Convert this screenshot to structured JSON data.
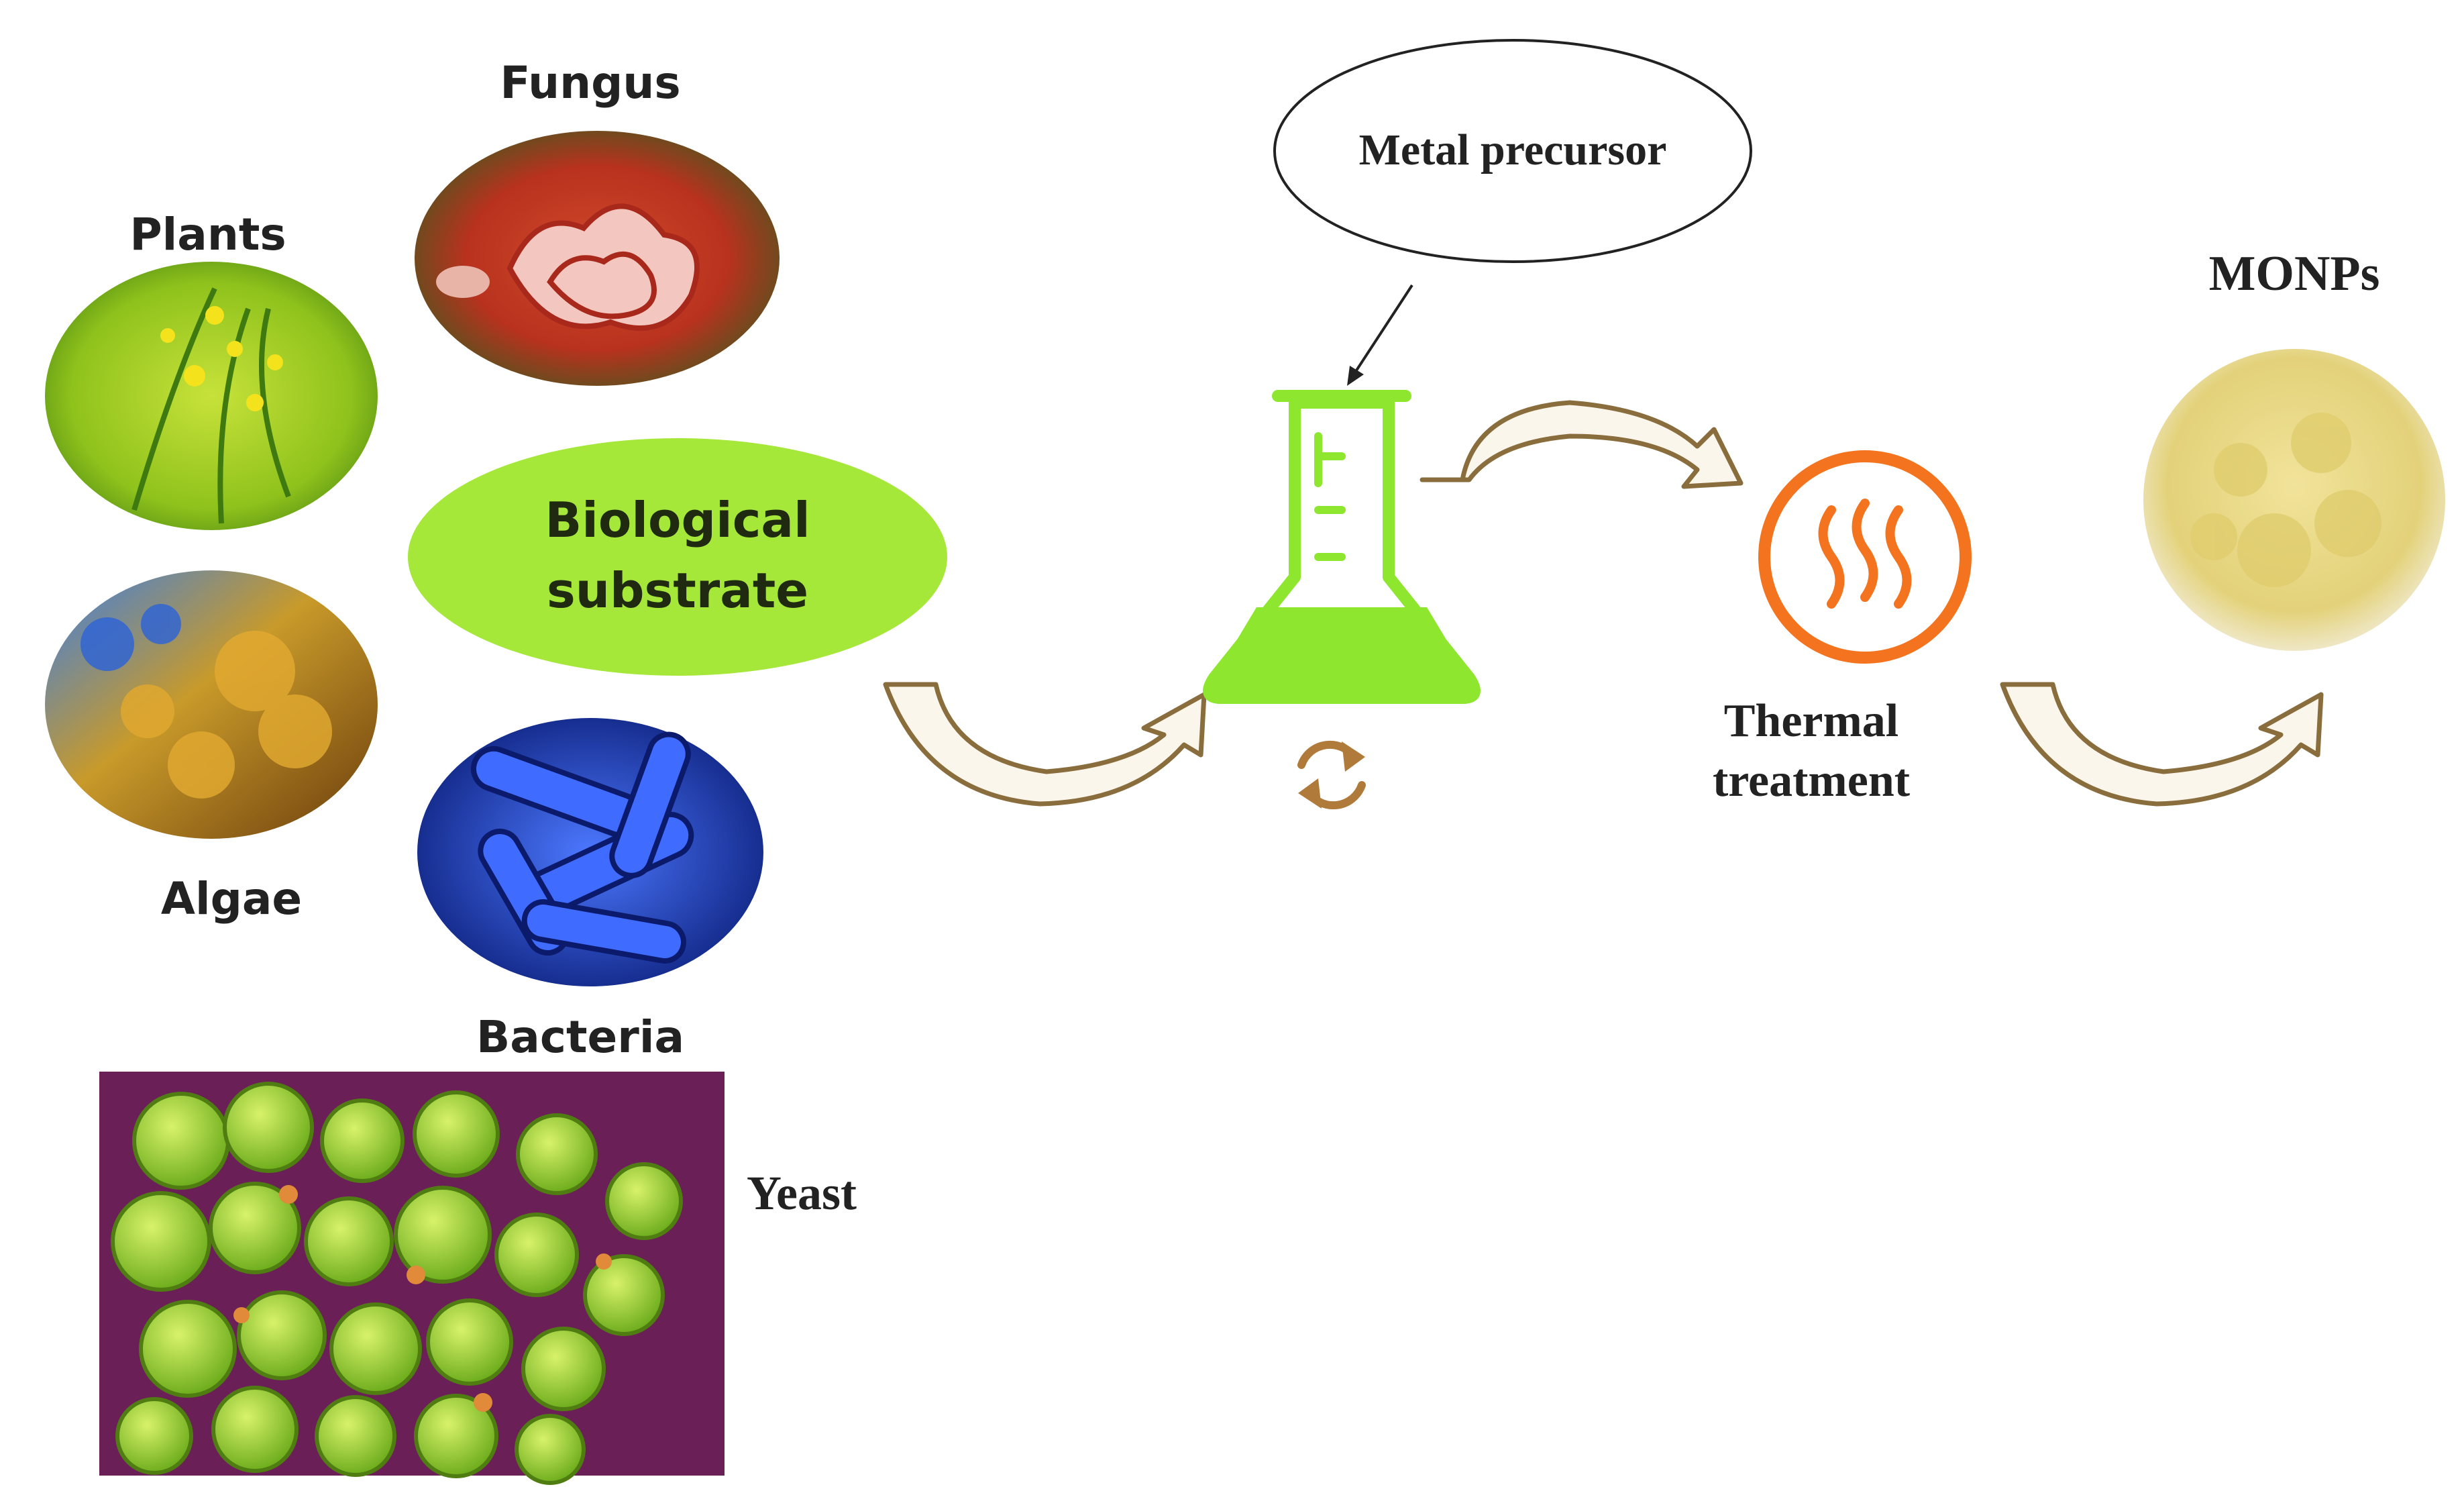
{
  "diagram": {
    "sources": {
      "fungus": "Fungus",
      "plants": "Plants",
      "algae": "Algae",
      "bacteria": "Bacteria",
      "yeast": "Yeast"
    },
    "center": {
      "line1": "Biological",
      "line2": "substrate"
    },
    "precursor": "Metal precursor",
    "thermal": {
      "line1": "Thermal",
      "line2": "treatment"
    },
    "product": "MONPs"
  },
  "colors": {
    "flask_green": "#8ee62f",
    "substrate_green": "#a6e83a",
    "heat_orange": "#f4731f",
    "arrow_fill": "#fbf6ec",
    "arrow_stroke": "#8a6d3c",
    "yeast_bg": "#6a1f57"
  },
  "icons": {
    "flask": "flask-icon",
    "heat": "heat-icon",
    "stir": "refresh-icon"
  }
}
